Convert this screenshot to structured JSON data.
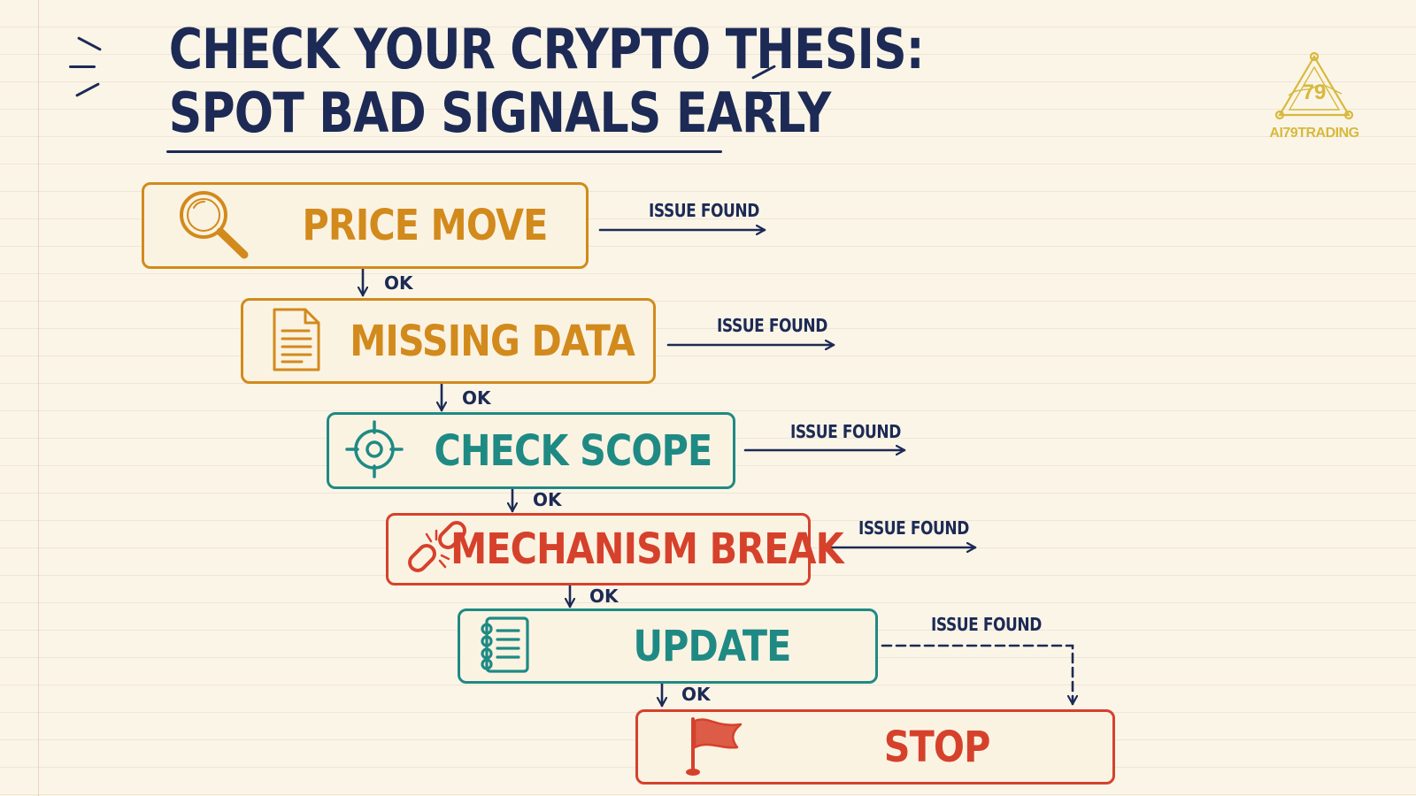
{
  "title": {
    "line1": "CHECK YOUR CRYPTO THESIS:",
    "line2": "SPOT BAD SIGNALS EARLY"
  },
  "brand": {
    "name": "AI79TRADING",
    "mark": "79"
  },
  "steps": [
    {
      "label": "PRICE MOVE",
      "icon": "magnifier-icon",
      "color": "#d28a1c"
    },
    {
      "label": "MISSING DATA",
      "icon": "document-icon",
      "color": "#d28a1c"
    },
    {
      "label": "CHECK SCOPE",
      "icon": "crosshair-icon",
      "color": "#1f8a84"
    },
    {
      "label": "MECHANISM BREAK",
      "icon": "broken-chain-icon",
      "color": "#d6412c"
    },
    {
      "label": "UPDATE",
      "icon": "notebook-icon",
      "color": "#1f8a84"
    },
    {
      "label": "STOP",
      "icon": "flag-icon",
      "color": "#d6412c"
    }
  ],
  "connectors": {
    "ok_label": "OK",
    "issue_label": "ISSUE FOUND"
  },
  "colors": {
    "ink": "#1c2a55",
    "background": "#fbf5e8",
    "logo": "#d7b93c"
  }
}
